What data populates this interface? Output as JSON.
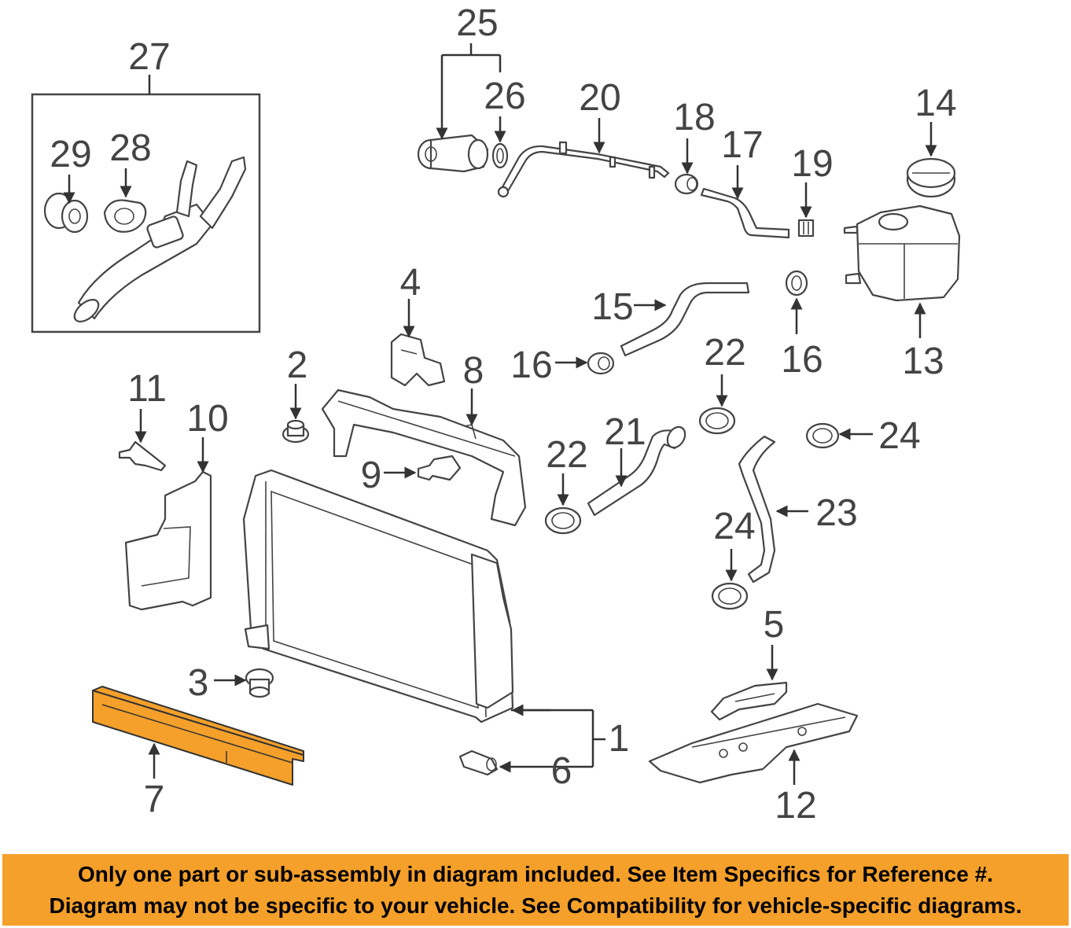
{
  "callouts": {
    "c1": "1",
    "c2": "2",
    "c3": "3",
    "c4": "4",
    "c5": "5",
    "c6": "6",
    "c7": "7",
    "c8": "8",
    "c9": "9",
    "c10": "10",
    "c11": "11",
    "c12": "12",
    "c13": "13",
    "c14": "14",
    "c15": "15",
    "c16a": "16",
    "c16b": "16",
    "c17": "17",
    "c18": "18",
    "c19": "19",
    "c20": "20",
    "c21": "21",
    "c22a": "22",
    "c22b": "22",
    "c23": "23",
    "c24a": "24",
    "c24b": "24",
    "c25": "25",
    "c26": "26",
    "c27": "27",
    "c28": "28",
    "c29": "29"
  },
  "highlighted_part": "7",
  "colors": {
    "highlight": "#f5a02a",
    "line": "#444444",
    "banner": "#f5a02a"
  },
  "banner": {
    "line1": "Only one part or sub-assembly in diagram included. See Item Specifics for Reference #.",
    "line2": "Diagram may not be specific to your vehicle. See Compatibility for vehicle-specific diagrams."
  }
}
